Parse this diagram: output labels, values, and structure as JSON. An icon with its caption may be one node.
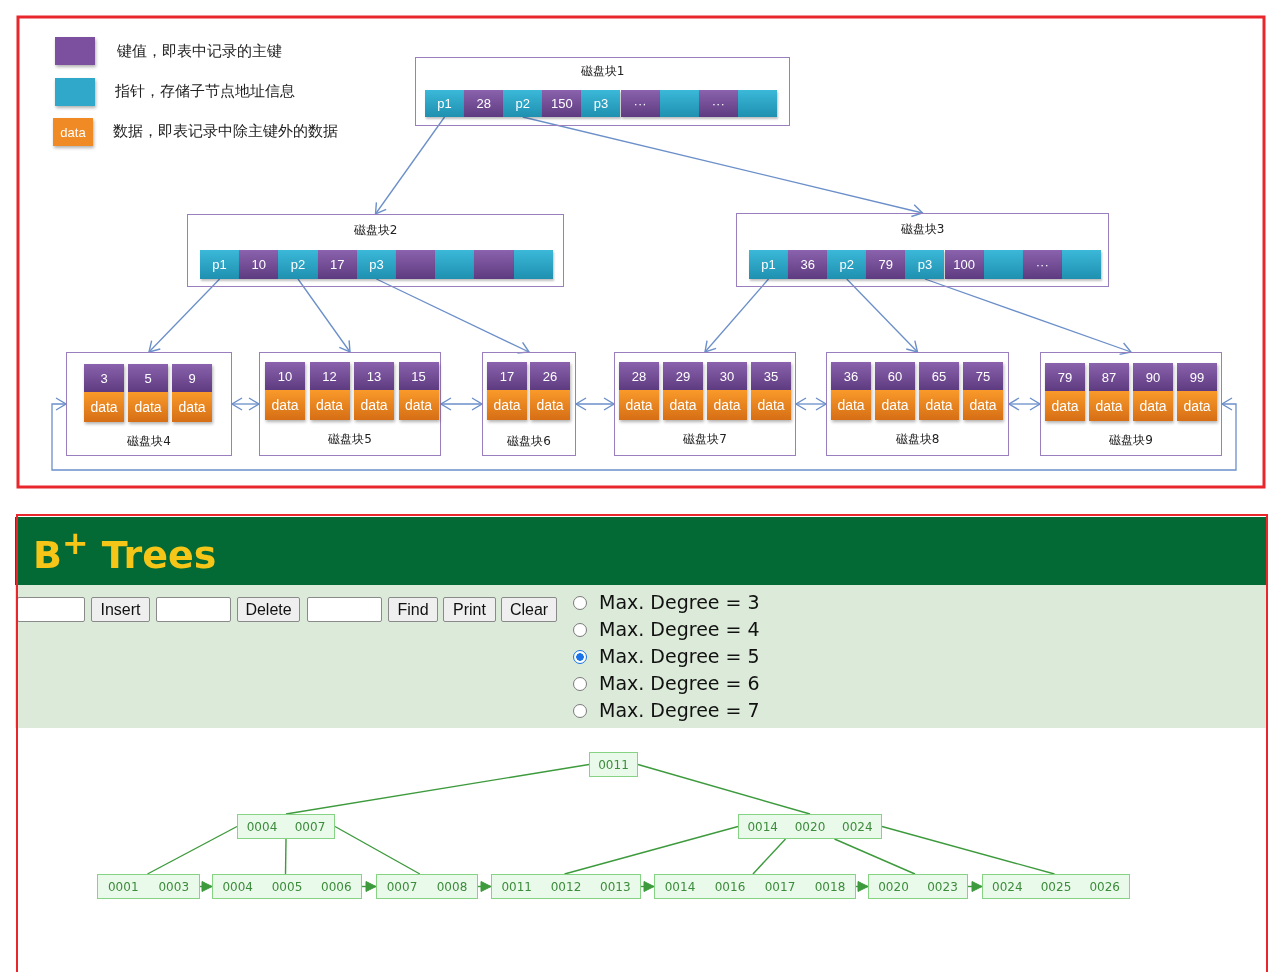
{
  "diagram": {
    "nodes": [
      {
        "text": [
          "磁盘块1"
        ]
      },
      {
        "text": [
          "p1"
        ],
        "in": 0
      },
      {
        "text": [
          "28"
        ],
        "in": 0
      },
      {
        "text": [
          "p2"
        ],
        "in": 0
      },
      {
        "text": [
          "150"
        ],
        "in": 0
      },
      {
        "text": [
          "p3"
        ],
        "in": 0
      },
      {
        "text": [
          "···"
        ],
        "in": 0
      },
      {
        "text": [],
        "shape": "box",
        "in": 0
      },
      {
        "text": [
          "···"
        ],
        "in": 0
      },
      {
        "text": [],
        "shape": "box",
        "in": 0
      },
      {
        "text": [
          "磁盘块2"
        ]
      },
      {
        "text": [
          "p1"
        ],
        "in": 10
      },
      {
        "text": [
          "10"
        ],
        "in": 10
      },
      {
        "text": [
          "p2"
        ],
        "in": 10
      },
      {
        "text": [
          "17"
        ],
        "in": 10
      },
      {
        "text": [
          "p3"
        ],
        "in": 10
      },
      {
        "text": [],
        "shape": "box",
        "in": 10
      },
      {
        "text": [],
        "shape": "box",
        "in": 10
      },
      {
        "text": [],
        "shape": "box",
        "in": 10
      },
      {
        "text": [],
        "shape": "box",
        "in": 10
      },
      {
        "text": [
          "磁盘块3"
        ]
      },
      {
        "text": [
          "p1"
        ],
        "in": 20
      },
      {
        "text": [
          "36"
        ],
        "in": 20
      },
      {
        "text": [
          "p2"
        ],
        "in": 20
      },
      {
        "text": [
          "79"
        ],
        "in": 20
      },
      {
        "text": [
          "p3"
        ],
        "in": 20
      },
      {
        "text": [
          "100"
        ],
        "in": 20
      },
      {
        "text": [],
        "shape": "box",
        "in": 20
      },
      {
        "text": [
          "···"
        ],
        "in": 20
      },
      {
        "text": [],
        "shape": "box",
        "in": 20
      },
      {
        "text": [
          "磁盘块4"
        ]
      },
      {
        "text": [
          "3",
          "data"
        ],
        "in": 30
      },
      {
        "text": [
          "5",
          "data"
        ],
        "in": 30
      },
      {
        "text": [
          "9",
          "data"
        ],
        "in": 30
      },
      {
        "text": [
          "磁盘块5"
        ]
      },
      {
        "text": [
          "10",
          "data"
        ],
        "in": 34
      },
      {
        "text": [
          "12",
          "data"
        ],
        "in": 34
      },
      {
        "text": [
          "13",
          "data"
        ],
        "in": 34
      },
      {
        "text": [
          "15",
          "data"
        ],
        "in": 34
      },
      {
        "text": [
          "磁盘块6"
        ]
      },
      {
        "text": [
          "17",
          "data"
        ],
        "in": 39
      },
      {
        "text": [
          "26",
          "data"
        ],
        "in": 39
      },
      {
        "text": [
          "磁盘块7"
        ]
      },
      {
        "text": [
          "28",
          "data"
        ],
        "in": 42
      },
      {
        "text": [
          "29",
          "data"
        ],
        "in": 42
      },
      {
        "text": [
          "30",
          "data"
        ],
        "in": 42
      },
      {
        "text": [
          "35",
          "data"
        ],
        "in": 42
      },
      {
        "text": [
          "磁盘块8"
        ]
      },
      {
        "text": [
          "36",
          "data"
        ],
        "in": 47
      },
      {
        "text": [
          "60",
          "data"
        ],
        "in": 47
      },
      {
        "text": [
          "65",
          "data"
        ],
        "in": 47
      },
      {
        "text": [
          "75",
          "data"
        ],
        "in": 47
      },
      {
        "text": [
          "磁盘块9"
        ]
      },
      {
        "text": [
          "79",
          "data"
        ],
        "in": 52
      },
      {
        "text": [
          "87",
          "data"
        ],
        "in": 52
      },
      {
        "text": [
          "90",
          "data"
        ],
        "in": 52
      },
      {
        "text": [
          "99",
          "data"
        ],
        "in": 52
      },
      {
        "text": [
          "0011"
        ]
      },
      {
        "text": [
          "0004",
          "0007"
        ]
      },
      {
        "text": [
          "0014",
          "0020",
          "0024"
        ]
      },
      {
        "text": [
          "0001",
          "0003"
        ]
      },
      {
        "text": [
          "0004",
          "0005",
          "0006"
        ]
      },
      {
        "text": [
          "0007",
          "0008"
        ]
      },
      {
        "text": [
          "0011",
          "0012",
          "0013"
        ]
      },
      {
        "text": [
          "0014",
          "0016",
          "0017",
          "0018"
        ]
      },
      {
        "text": [
          "0020",
          "0023"
        ]
      },
      {
        "text": [
          "0024",
          "0025",
          "0026"
        ]
      }
    ],
    "edges": [
      {
        "from": 1,
        "to": 10,
        "arrow": "to",
        "color": "#6b8fc9"
      },
      {
        "from": 3,
        "to": 20,
        "arrow": "to",
        "color": "#6b8fc9"
      },
      {
        "from": 11,
        "to": 30,
        "arrow": "to",
        "color": "#6b8fc9"
      },
      {
        "from": 13,
        "to": 34,
        "arrow": "to",
        "color": "#6b8fc9"
      },
      {
        "from": 15,
        "to": 39,
        "arrow": "to",
        "color": "#6b8fc9"
      },
      {
        "from": 21,
        "to": 42,
        "arrow": "to",
        "color": "#6b8fc9"
      },
      {
        "from": 23,
        "to": 47,
        "arrow": "to",
        "color": "#6b8fc9"
      },
      {
        "from": 25,
        "to": 52,
        "arrow": "to",
        "color": "#6b8fc9"
      },
      {
        "from": 30,
        "to": 34,
        "arrow": "both",
        "color": "#6b8fc9"
      },
      {
        "from": 34,
        "to": 39,
        "arrow": "both",
        "color": "#6b8fc9"
      },
      {
        "from": 39,
        "to": 42,
        "arrow": "both",
        "color": "#6b8fc9"
      },
      {
        "from": 42,
        "to": 47,
        "arrow": "both",
        "color": "#6b8fc9"
      },
      {
        "from": 47,
        "to": 52,
        "arrow": "both",
        "color": "#6b8fc9"
      },
      {
        "from": 30,
        "to": 52,
        "arrow": "both",
        "color": "#6b8fc9"
      },
      {
        "from": 57,
        "to": 58,
        "arrow": "none"
      },
      {
        "from": 57,
        "to": 59,
        "arrow": "none"
      },
      {
        "from": 58,
        "to": 60,
        "arrow": "none"
      },
      {
        "from": 58,
        "to": 61,
        "arrow": "none"
      },
      {
        "from": 58,
        "to": 62,
        "arrow": "none"
      },
      {
        "from": 59,
        "to": 63,
        "arrow": "none"
      },
      {
        "from": 59,
        "to": 64,
        "arrow": "none"
      },
      {
        "from": 59,
        "to": 65,
        "arrow": "none"
      },
      {
        "from": 59,
        "to": 66,
        "arrow": "none"
      },
      {
        "from": 60,
        "to": 61,
        "arrow": "to"
      },
      {
        "from": 61,
        "to": 62,
        "arrow": "to"
      },
      {
        "from": 62,
        "to": 63,
        "arrow": "to"
      },
      {
        "from": 63,
        "to": 64,
        "arrow": "to"
      },
      {
        "from": 64,
        "to": 65,
        "arrow": "to"
      },
      {
        "from": 65,
        "to": 66,
        "arrow": "to"
      }
    ],
    "labels": [
      "data",
      "B$^{+}$ Trees",
      "Insert",
      "Delete",
      "Find",
      "Print",
      "Clear",
      "Max. Degree = 3",
      "Max. Degree = 4",
      "Max. Degree = 5",
      "Max. Degree = 6",
      "Max. Degree = 7"
    ],
    "legend": [
      {
        "text": "键值，即表中记录的主键",
        "color": "#7d4f9f"
      },
      {
        "text": "指针，存储子节点地址信息",
        "color": "#2fa8c9"
      },
      {
        "text": "数据，即表记录中除主键外的数据",
        "color": "#f08a24"
      }
    ]
  }
}
